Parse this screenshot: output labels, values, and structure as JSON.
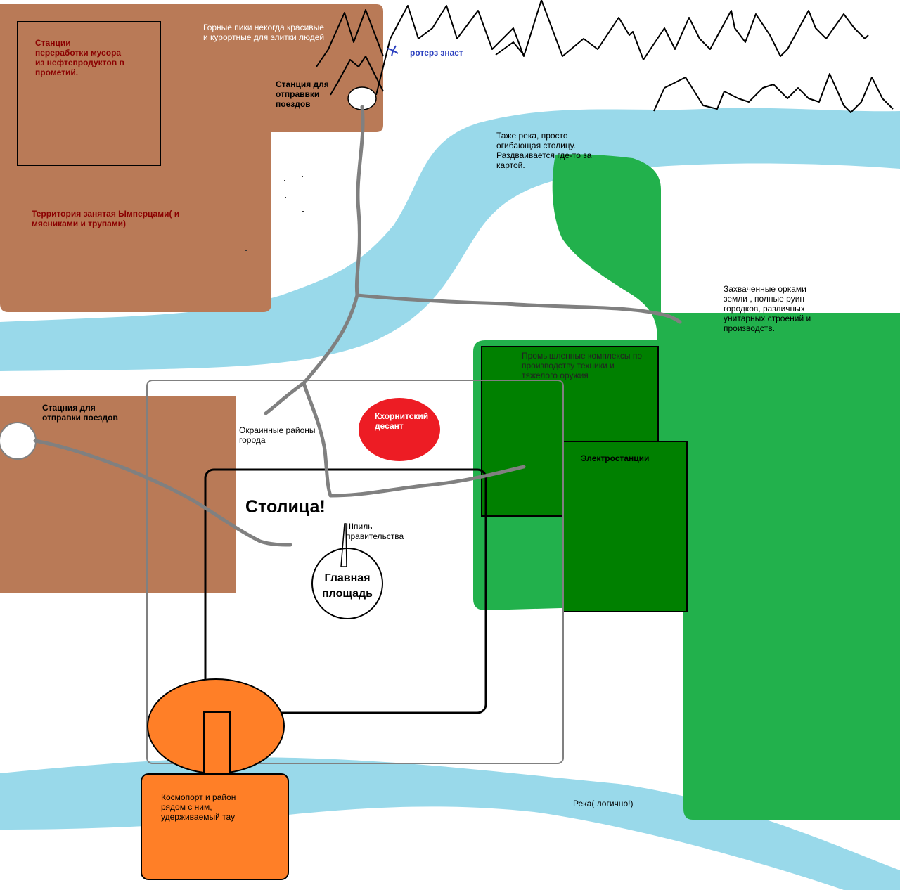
{
  "colors": {
    "river": "#99d9ea",
    "occupied": "#b97a57",
    "ork_land": "#22b14c",
    "industry": "#008000",
    "orange": "#ff7f27",
    "landing": "#ed1c24",
    "rail": "#7f7f7f",
    "label_red": "#8b0000",
    "label_blue": "#2a3fbf"
  },
  "labels": {
    "garbage_stations": "Станции\nпереработки мусора\nиз нефтепродуктов в\nпрометий.",
    "mountains": "Горные пики некогда красивые\nи курортные для элитки людей",
    "roterz": "ротерз знает",
    "station_north": "Станция для\nотправвки\nпоездов",
    "river_north": "Таже река, просто\nогибающая столицу.\nРаздваивается где-то за\nкартой.",
    "occupied_territory": "Территория занятая  Ымперцами( и\nмясниками и трупами)",
    "ork_land": "Захваченные орками\nземли , полные руин\nгородков, различных\nунитарных строений и\nпроизводств.",
    "industrial": "Промышленные комплексы по\nпроизводству техники и\nтяжелого оружия",
    "station_west": "Стацния для\nотправки поездов",
    "outskirts": "Окраинные районы\nгорода",
    "landing": "Кхорнитский\nдесант",
    "power_plants": "Электростанции",
    "capital": "Столица!",
    "spire": "Шпиль\nправительства",
    "main_square": "Главная\nплощадь",
    "spaceport": "Космопорт и район\nрядом с ним,\nудерживаемый тау",
    "river_south": "Река( логично!)"
  }
}
